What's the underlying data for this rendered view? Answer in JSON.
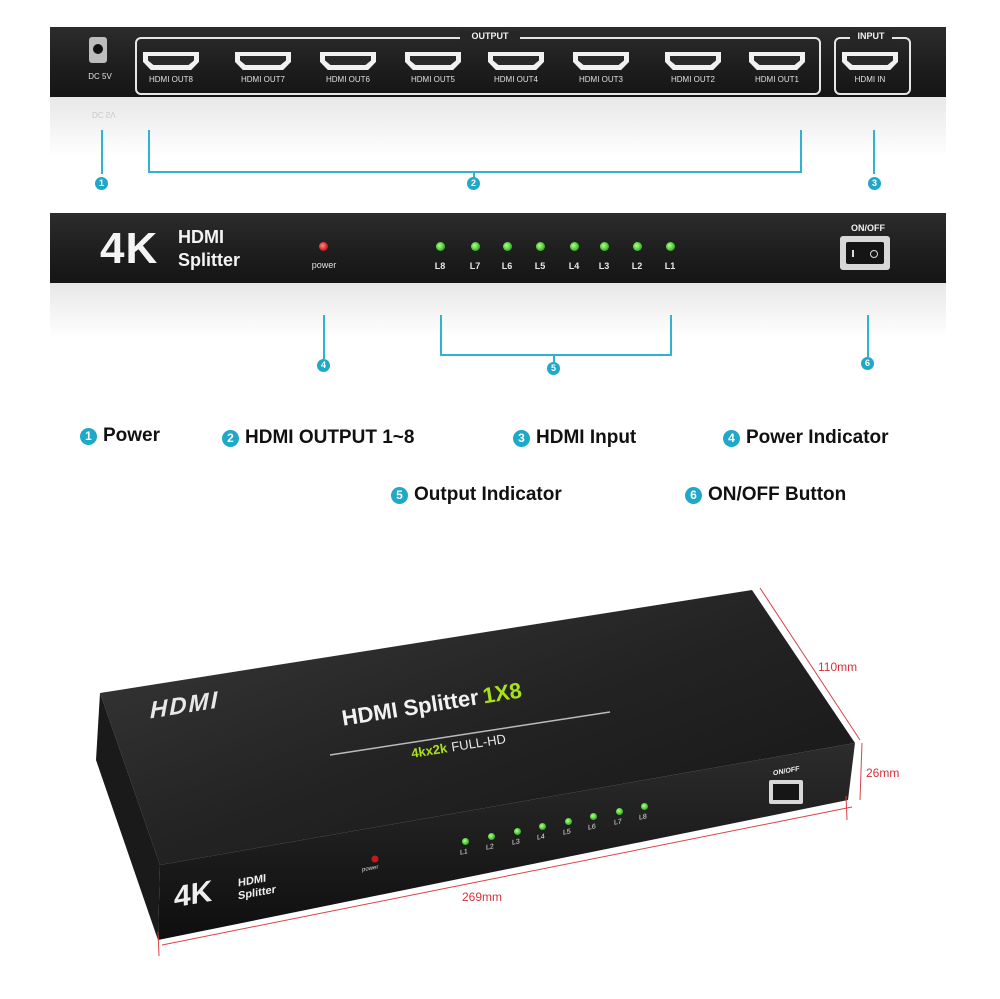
{
  "back_panel": {
    "dc_label": "DC 5V",
    "output_group_label": "OUTPUT",
    "input_group_label": "INPUT",
    "output_ports": [
      "HDMI  OUT8",
      "HDMI  OUT7",
      "HDMI  OUT6",
      "HDMI  OUT5",
      "HDMI  OUT4",
      "HDMI  OUT3",
      "HDMI  OUT2",
      "HDMI  OUT1"
    ],
    "input_port": "HDMI  IN",
    "callouts": [
      "1",
      "2",
      "3"
    ]
  },
  "front_panel": {
    "brand_4k": "4K",
    "brand_line1": "HDMI",
    "brand_line2": "Splitter",
    "power_label": "power",
    "led_labels": [
      "L8",
      "L7",
      "L6",
      "L5",
      "L4",
      "L3",
      "L2",
      "L1"
    ],
    "switch_label": "ON/OFF",
    "callouts": [
      "4",
      "5",
      "6"
    ]
  },
  "legend": [
    {
      "num": "1",
      "text": "Power"
    },
    {
      "num": "2",
      "text": "HDMI OUTPUT 1~8"
    },
    {
      "num": "3",
      "text": "HDMI Input"
    },
    {
      "num": "4",
      "text": "Power Indicator"
    },
    {
      "num": "5",
      "text": "Output Indicator"
    },
    {
      "num": "6",
      "text": "ON/OFF Button"
    }
  ],
  "device": {
    "logo": "HDMI",
    "title": "HDMI Splitter",
    "title_accent": "1X8",
    "subtitle_accent": "4kx2k",
    "subtitle": "FULL-HD",
    "brand_4k": "4K",
    "brand_line1": "HDMI",
    "brand_line2": "Splitter",
    "power_label": "power",
    "switch_label": "ON/OFF",
    "led_labels": [
      "L1",
      "L2",
      "L3",
      "L4",
      "L5",
      "L6",
      "L7",
      "L8"
    ],
    "dim_length": "269mm",
    "dim_width": "110mm",
    "dim_height": "26mm"
  },
  "colors": {
    "accent": "#1fa8c8",
    "led_green": "#3fc02c",
    "led_red": "#d41f1f",
    "dimension_red": "#d7313b",
    "panel": "#222222"
  }
}
